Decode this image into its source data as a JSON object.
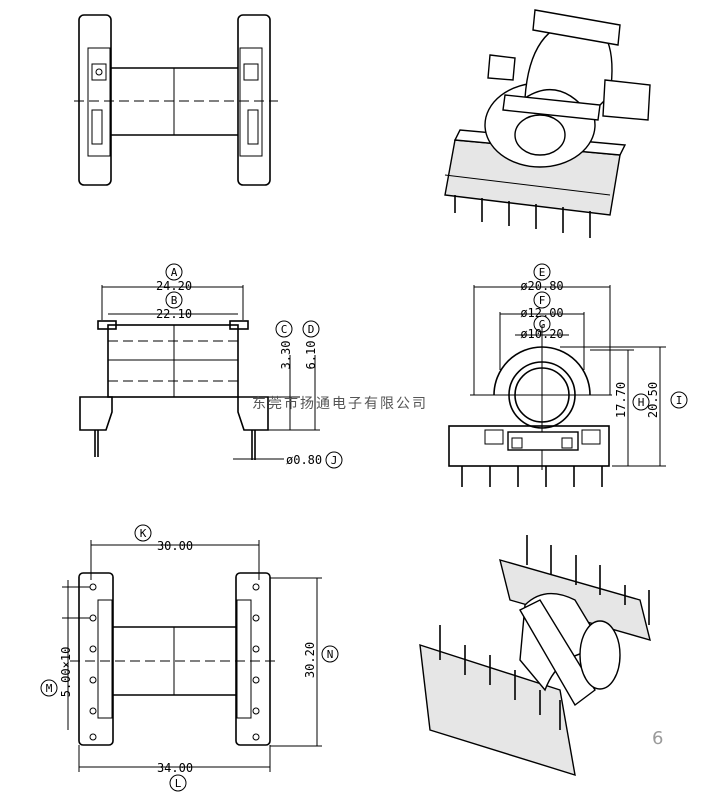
{
  "dimensions": {
    "A": "24.20",
    "B": "22.10",
    "C": "3.30",
    "D": "6.10",
    "J": "ø0.80",
    "E": "ø20.80",
    "F": "ø12.00",
    "G": "ø10.20",
    "H": "17.70",
    "I": "20.50",
    "K": "30.00",
    "N": "30.20",
    "M": "5.00×10",
    "L": "34.00"
  },
  "labels": {
    "A": "A",
    "B": "B",
    "C": "C",
    "D": "D",
    "J": "J",
    "E": "E",
    "F": "F",
    "G": "G",
    "H": "H",
    "I": "I",
    "K": "K",
    "N": "N",
    "M": "M",
    "L": "L"
  },
  "watermark": "东莞市扬通电子有限公司",
  "page_number": "6"
}
